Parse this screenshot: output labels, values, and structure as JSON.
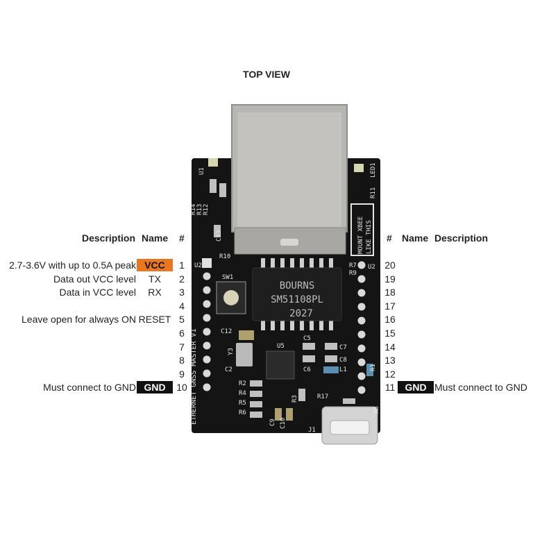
{
  "title": "TOP VIEW",
  "headers": {
    "left_description": "Description",
    "left_name": "Name",
    "left_num": "#",
    "right_num": "#",
    "right_name": "Name",
    "right_description": "Description"
  },
  "left_pins": [
    {
      "num": "1",
      "name": "VCC",
      "desc": "2.7-3.6V with up to 0.5A peak",
      "style": "vcc"
    },
    {
      "num": "2",
      "name": "TX",
      "desc": "Data out VCC level",
      "style": ""
    },
    {
      "num": "3",
      "name": "RX",
      "desc": "Data in VCC level",
      "style": ""
    },
    {
      "num": "4",
      "name": "",
      "desc": "",
      "style": ""
    },
    {
      "num": "5",
      "name": "RESET",
      "desc": "Leave open for always ON",
      "style": ""
    },
    {
      "num": "6",
      "name": "",
      "desc": "",
      "style": ""
    },
    {
      "num": "7",
      "name": "",
      "desc": "",
      "style": ""
    },
    {
      "num": "8",
      "name": "",
      "desc": "",
      "style": ""
    },
    {
      "num": "9",
      "name": "",
      "desc": "",
      "style": ""
    },
    {
      "num": "10",
      "name": "GND",
      "desc": "Must connect to GND",
      "style": "gnd"
    }
  ],
  "right_pins": [
    {
      "num": "20",
      "name": "",
      "desc": "",
      "style": ""
    },
    {
      "num": "19",
      "name": "",
      "desc": "",
      "style": ""
    },
    {
      "num": "18",
      "name": "",
      "desc": "",
      "style": ""
    },
    {
      "num": "17",
      "name": "",
      "desc": "",
      "style": ""
    },
    {
      "num": "16",
      "name": "",
      "desc": "",
      "style": ""
    },
    {
      "num": "15",
      "name": "",
      "desc": "",
      "style": ""
    },
    {
      "num": "14",
      "name": "",
      "desc": "",
      "style": ""
    },
    {
      "num": "13",
      "name": "",
      "desc": "",
      "style": ""
    },
    {
      "num": "12",
      "name": "",
      "desc": "",
      "style": ""
    },
    {
      "num": "11",
      "name": "GND",
      "desc": "Must connect to GND",
      "style": "gnd"
    }
  ],
  "board": {
    "chip_brand": "BOURNS",
    "chip_part": "SM51108PL",
    "chip_code": "2027",
    "side_text": "ETHERNET GNSS MASTER V1",
    "xbee_text_1": "MOUNT XBEE",
    "xbee_text_2": "LIKE THIS",
    "labels": {
      "u1": "U1",
      "u2_left": "U2",
      "u2_right": "U2",
      "u5": "U5",
      "sw1": "SW1",
      "r10": "R10",
      "r7": "R7",
      "r9": "R9",
      "r11": "R11",
      "led1": "LED1",
      "r12": "R12",
      "r13": "R13",
      "r14": "R14",
      "c13": "C13",
      "c12": "C12",
      "y3": "Y3",
      "c2": "C2",
      "r2": "R2",
      "r4": "R4",
      "r5": "R5",
      "r6": "R6",
      "c5": "C5",
      "c7": "C7",
      "c8": "C8",
      "l1": "L1",
      "c6": "C6",
      "r1": "R1",
      "r3": "R3",
      "r17": "R17",
      "r8": "R8",
      "j1": "J1",
      "c9": "C9",
      "c10": "C10"
    }
  },
  "colors": {
    "vcc_badge": "#e87722",
    "gnd_badge": "#111111",
    "pcb": "#141414",
    "silkscreen": "#e6e6e6",
    "shield": "#b8b6b2"
  }
}
